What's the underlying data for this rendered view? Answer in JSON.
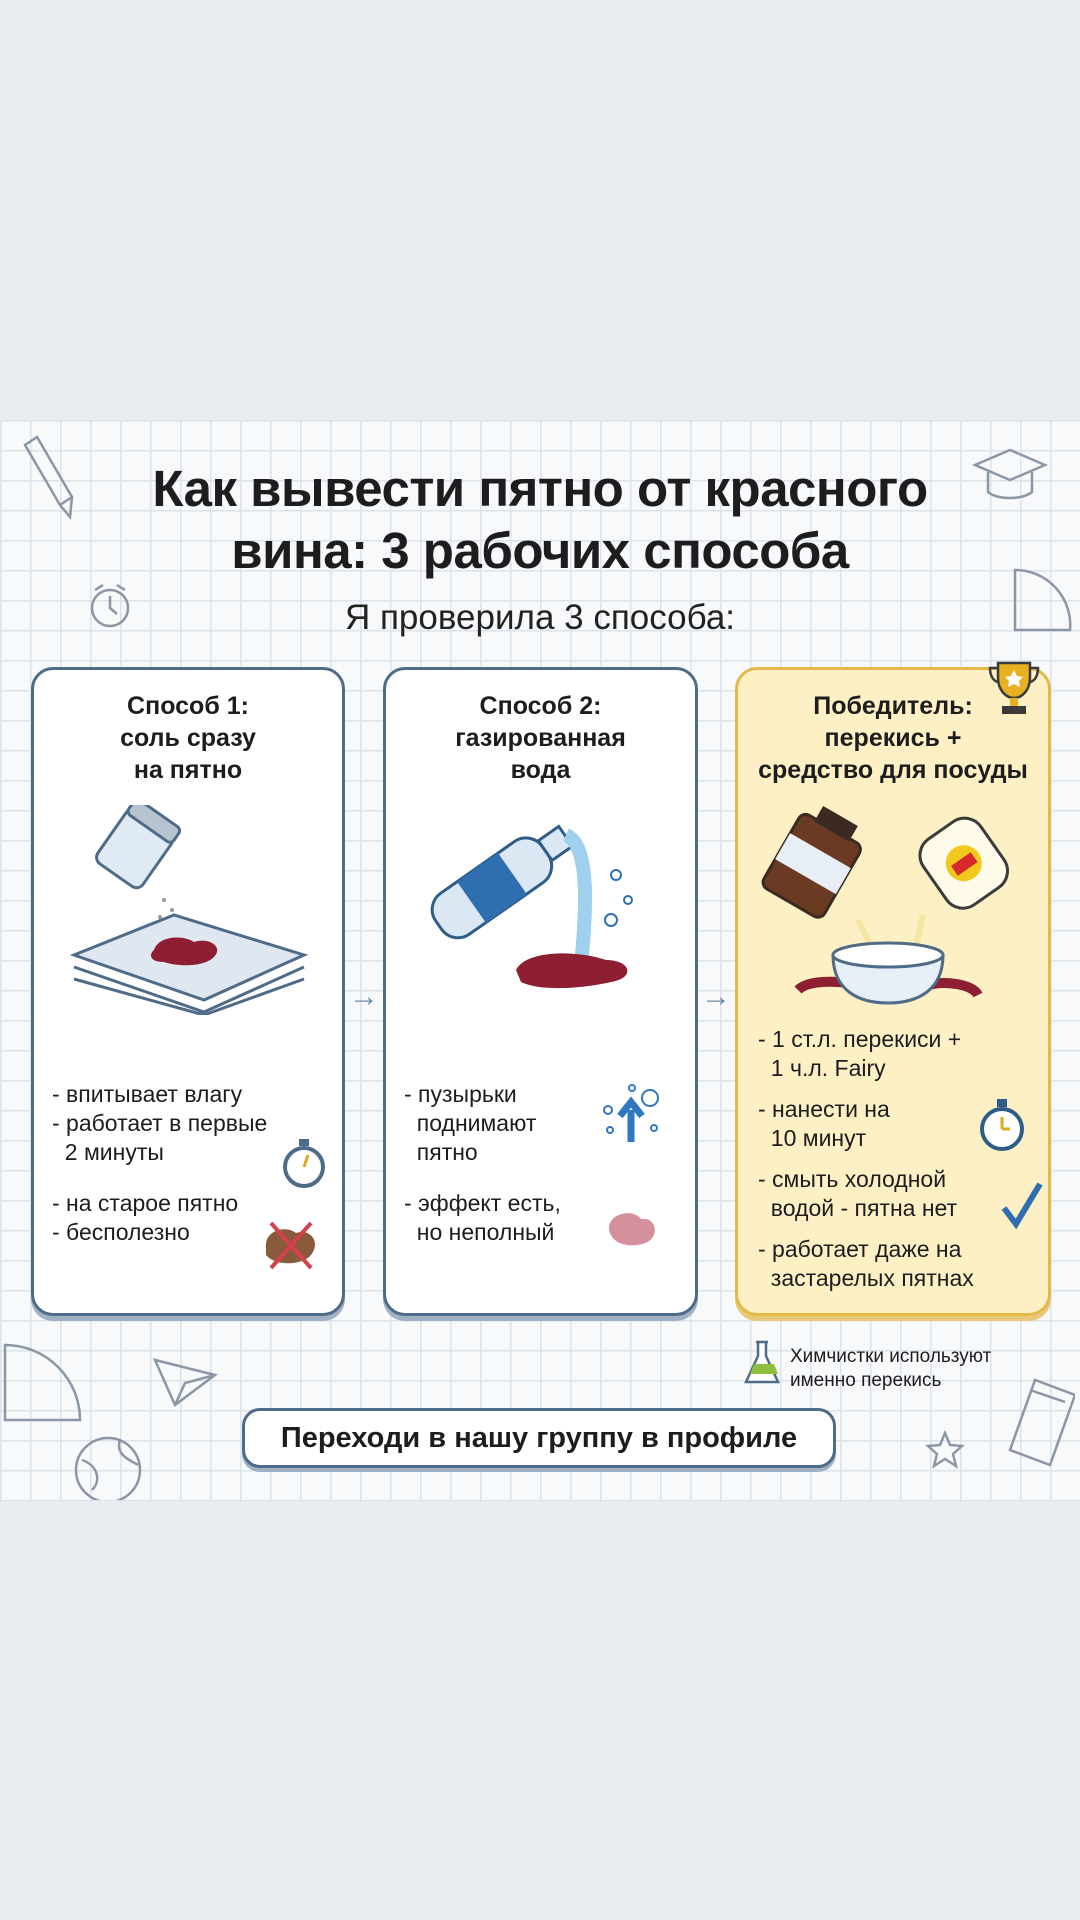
{
  "title": [
    "Как вывести пятно от красного",
    "вина: 3 рабочих способа"
  ],
  "subtitle": "Я проверила 3 способа:",
  "cards": [
    {
      "heading": [
        "Способ 1:",
        "соль сразу",
        "на пятно"
      ],
      "bullets": [
        "- впитывает влагу",
        "- работает в первые",
        "  2 минуты",
        "- на старое пятно",
        "- бесполезно"
      ]
    },
    {
      "heading": [
        "Способ 2:",
        "газированная",
        "вода"
      ],
      "bullets": [
        "- пузырьки",
        "  поднимают",
        "  пятно",
        "- эффект есть,",
        "  но неполный"
      ]
    },
    {
      "heading": [
        "Победитель:",
        "перекись +",
        "средство для посуды"
      ],
      "bullets": [
        "- 1 ст.л. перекиси +",
        "  1 ч.л. Fairy",
        "- нанести на",
        "  10 минут",
        "- смыть холодной",
        "  водой - пятна нет",
        "- работает даже на",
        "  застарелых пятнах"
      ]
    }
  ],
  "note": [
    "Химчистки используют",
    "именно перекись"
  ],
  "cta": "Переходи в нашу группу в профиле",
  "colors": {
    "accent": "#4e6b88",
    "winner_bg": "#fdf0c4",
    "winner_border": "#e3b94a",
    "wine": "#8e1f33"
  }
}
